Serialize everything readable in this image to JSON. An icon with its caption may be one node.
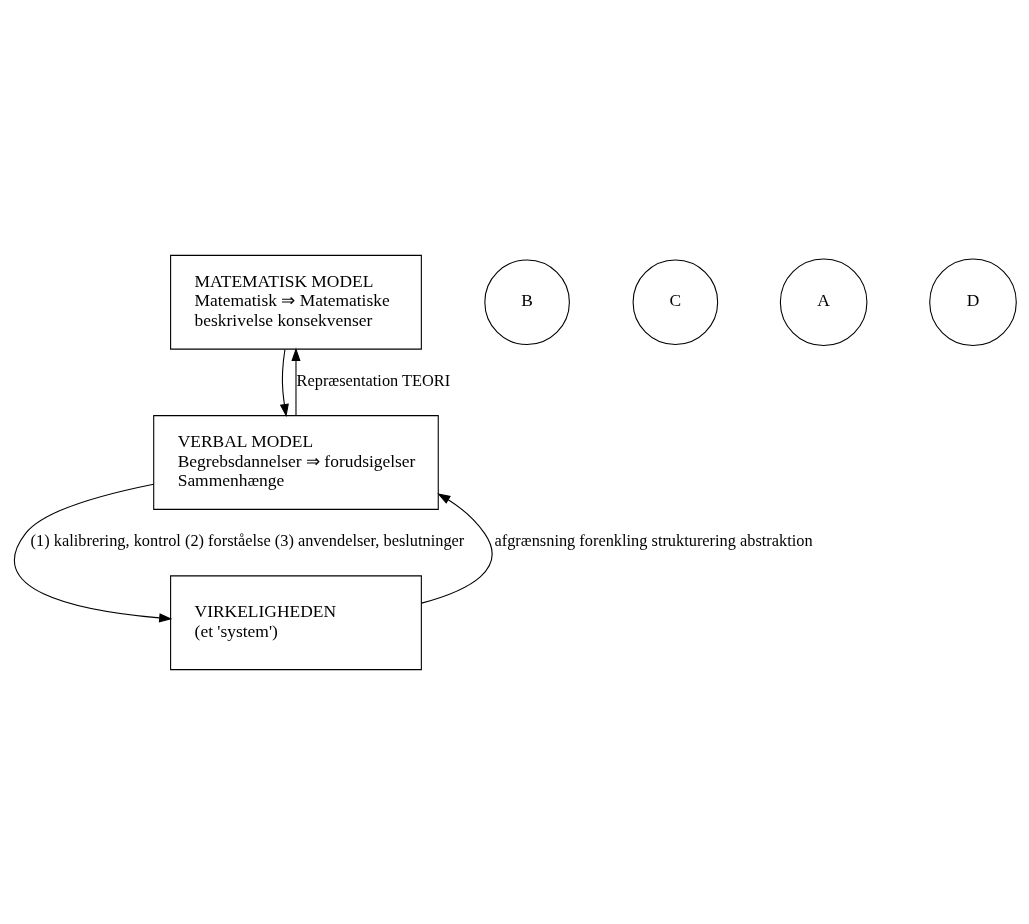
{
  "diagram": {
    "nodes": [
      {
        "text": [
          "MATEMATISK MODEL",
          "Matematisk ⇒ Matematiske",
          "beskrivelse konsekvenser"
        ]
      },
      {
        "text": [
          "B"
        ]
      },
      {
        "text": [
          "C"
        ]
      },
      {
        "text": [
          "VERBAL MODEL",
          "Begrebsdannelser ⇒ forudsigelser",
          "Sammenhænge"
        ]
      },
      {
        "text": [
          "A"
        ]
      },
      {
        "text": [
          "D"
        ]
      },
      {
        "text": [
          "VIRKELIGHEDEN",
          "(et 'system')"
        ]
      }
    ],
    "edges": [
      {
        "from": 6,
        "to": 3,
        "arrow": "to",
        "label": "afgrænsning forenkling strukturering abstraktion"
      },
      {
        "from": 3,
        "to": 0,
        "arrow": "to",
        "label": "Repræsentation TEORI"
      },
      {
        "from": 0,
        "to": 3,
        "arrow": "to"
      },
      {
        "from": 3,
        "to": 6,
        "arrow": "to",
        "label": "(1) kalibrering, kontrol (2) forståelse (3) anvendelser, beslutninger"
      }
    ]
  }
}
